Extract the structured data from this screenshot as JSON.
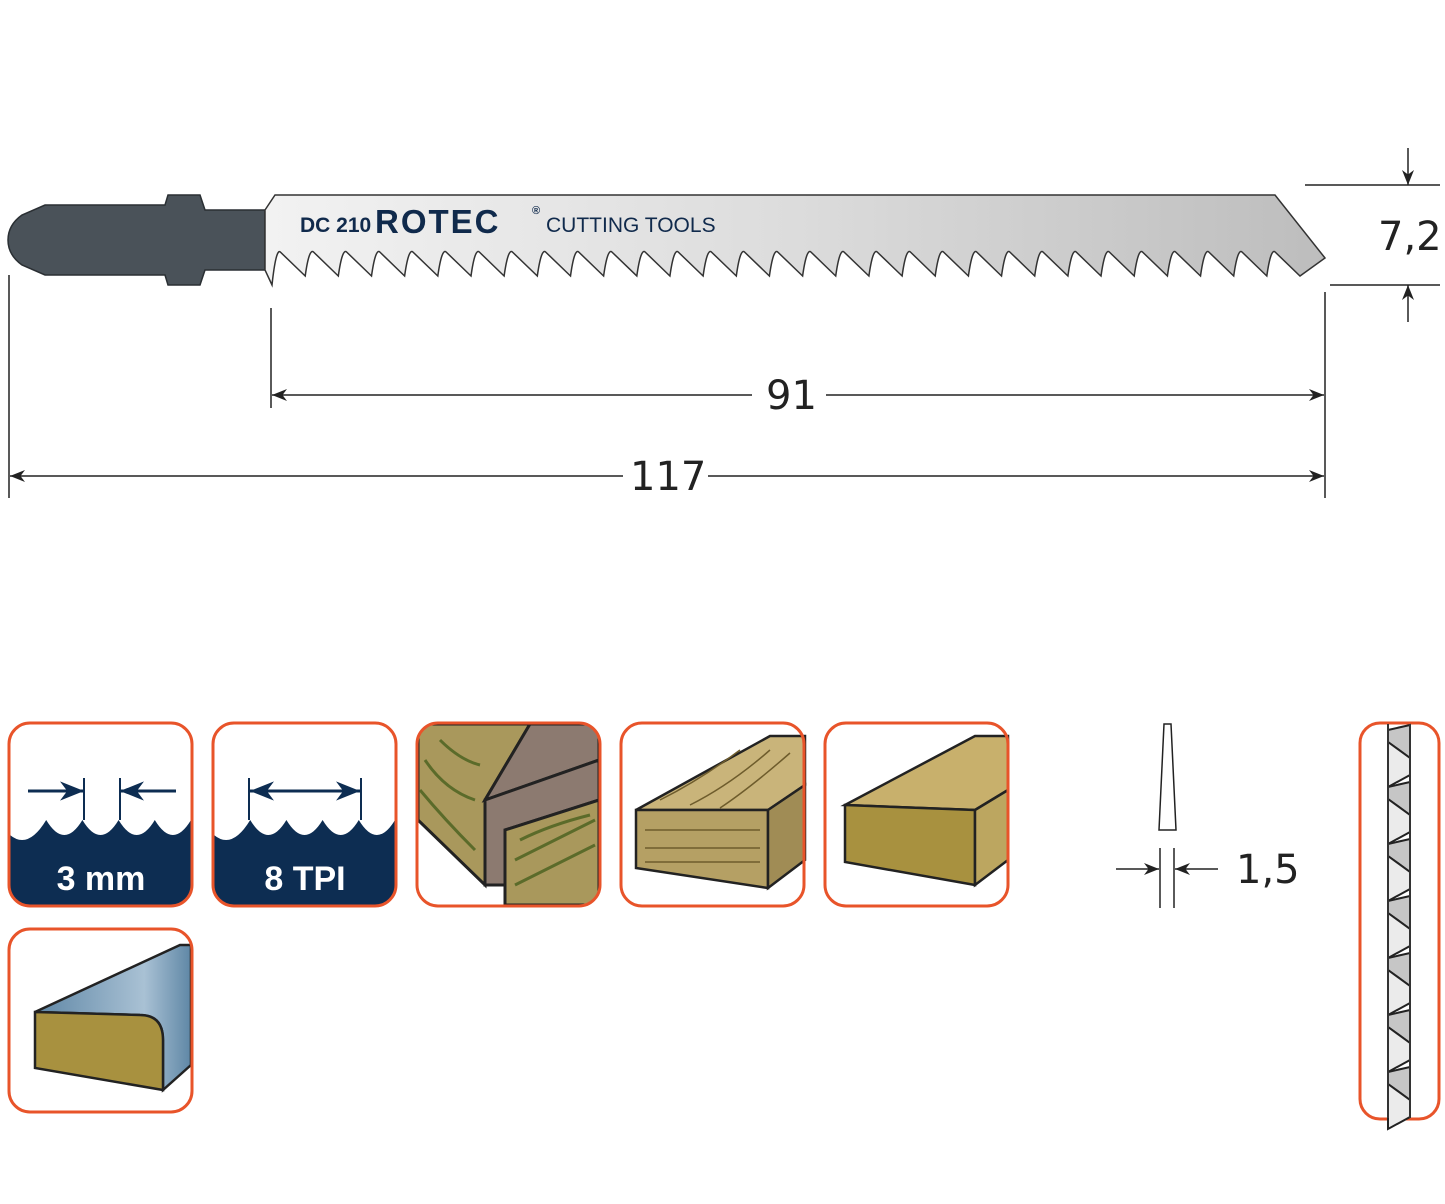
{
  "blade": {
    "model": "DC 210",
    "brand": "ROTEC",
    "registered": "®",
    "tagline": "CUTTING TOOLS",
    "tooth_count": 31
  },
  "dimensions": {
    "height": "7,2",
    "working_length": "91",
    "total_length": "117",
    "thickness": "1,5"
  },
  "icons": {
    "tooth_pitch": "3 mm",
    "tpi": "8 TPI"
  },
  "colors": {
    "border": "#e8542a",
    "navy": "#0d2d52",
    "shank": "#4a5259"
  }
}
